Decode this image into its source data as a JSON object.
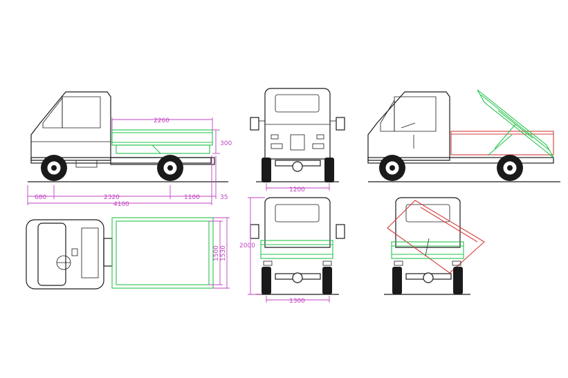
{
  "colors": {
    "outline": "#1a1a1a",
    "cargo_bed": "#22c24a",
    "dimension": "#c040c0",
    "lowered_bed": "#d63a3a",
    "background": "#ffffff"
  },
  "views": [
    "side-view",
    "front-view",
    "side-view-tipping",
    "top-view",
    "rear-view",
    "rear-view-tipping"
  ],
  "dimensions": {
    "bed_length": "2260",
    "bed_height": "300",
    "front_overhang": "680",
    "wheelbase": "2320",
    "rear_overhang": "1100",
    "ground_offset": "35",
    "overall_length": "4100",
    "front_track": "1200",
    "bed_width_inner": "1500",
    "bed_width_outer": "1530",
    "overall_height": "2000",
    "rear_track": "1300"
  }
}
